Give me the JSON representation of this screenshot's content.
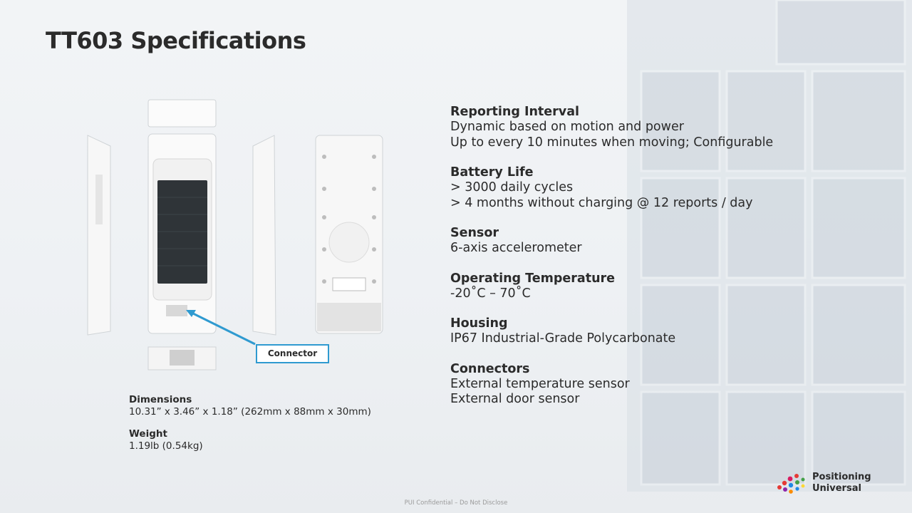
{
  "slide": {
    "title": "TT603 Specifications"
  },
  "callout": {
    "label": "Connector"
  },
  "specs": [
    {
      "title": "Reporting Interval",
      "lines": [
        "Dynamic based on motion and power",
        "Up to every 10 minutes when moving; Configurable"
      ]
    },
    {
      "title": "Battery Life",
      "lines": [
        "> 3000 daily cycles",
        "> 4 months without charging @ 12 reports / day"
      ]
    },
    {
      "title": "Sensor",
      "lines": [
        "6-axis accelerometer"
      ]
    },
    {
      "title": "Operating Temperature",
      "lines": [
        "-20˚C – 70˚C"
      ]
    },
    {
      "title": "Housing",
      "lines": [
        "IP67 Industrial-Grade Polycarbonate"
      ]
    },
    {
      "title": "Connectors",
      "lines": [
        "External temperature sensor",
        "External door sensor"
      ]
    }
  ],
  "dimensions": {
    "title": "Dimensions",
    "value": "10.31” x 3.46” x 1.18” (262mm x 88mm x 30mm)"
  },
  "weight": {
    "title": "Weight",
    "value": "1.19lb (0.54kg)"
  },
  "footer": {
    "text": "PUI Confidential – Do Not Disclose"
  },
  "logo": {
    "line1": "Positioning",
    "line2": "Universal"
  },
  "colors": {
    "accent": "#2f9ad0",
    "text": "#2b2b2b"
  }
}
